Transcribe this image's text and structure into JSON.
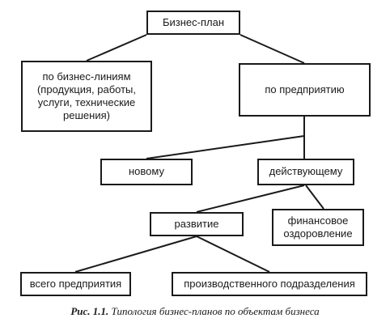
{
  "diagram": {
    "nodes": {
      "root": [
        "Бизнес-план"
      ],
      "business_lines": [
        "по бизнес-линиям",
        "(продукция, работы,",
        "услуги, технические",
        "решения)"
      ],
      "enterprise": [
        "по предприятию"
      ],
      "new": [
        "новому"
      ],
      "existing": [
        "действующему"
      ],
      "development": [
        "развитие"
      ],
      "recovery": [
        "финансовое",
        "оздоровление"
      ],
      "whole_enterprise": [
        "всего предприятия"
      ],
      "division": [
        "производственного подразделения"
      ]
    },
    "edges": [
      [
        "root",
        "business_lines"
      ],
      [
        "root",
        "enterprise"
      ],
      [
        "enterprise",
        "new"
      ],
      [
        "enterprise",
        "existing"
      ],
      [
        "existing",
        "development"
      ],
      [
        "existing",
        "recovery"
      ],
      [
        "development",
        "whole_enterprise"
      ],
      [
        "development",
        "division"
      ]
    ]
  },
  "caption": {
    "number": "Рис. 1.1.",
    "text": "Типология бизнес-планов по объектам бизнеса"
  }
}
